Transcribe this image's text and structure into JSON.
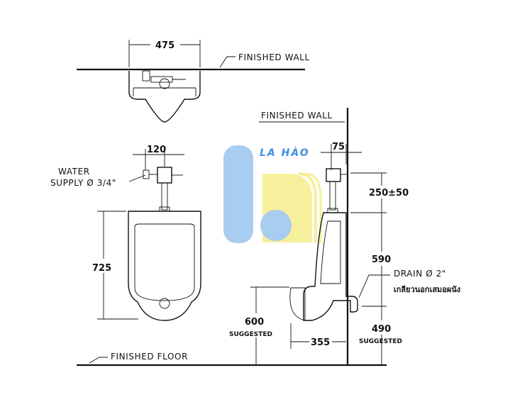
{
  "labels": {
    "finished_wall_top": "FINISHED WALL",
    "finished_wall_side": "FINISHED WALL",
    "finished_floor": "FINISHED FLOOR",
    "water_supply_line1": "WATER",
    "water_supply_line2": "SUPPLY Ø 3/4\"",
    "drain_line1": "DRAIN Ø 2\"",
    "drain_line2": "เกลียวนอกเสมอผนัง",
    "suggested_left": "SUGGESTED",
    "suggested_right": "SUGGESTED"
  },
  "dimensions": {
    "width_top": "475",
    "supply_offset": "120",
    "height_front": "725",
    "supply_side_offset": "75",
    "supply_height": "250±50",
    "side_height": "590",
    "rim_height": "600",
    "projection": "355",
    "drain_height": "490"
  },
  "watermark": {
    "text": "LA HÀO",
    "colors": {
      "blue": "#a9cdf0",
      "yellow": "#f6ef9c",
      "text": "#3e8fe0"
    }
  }
}
